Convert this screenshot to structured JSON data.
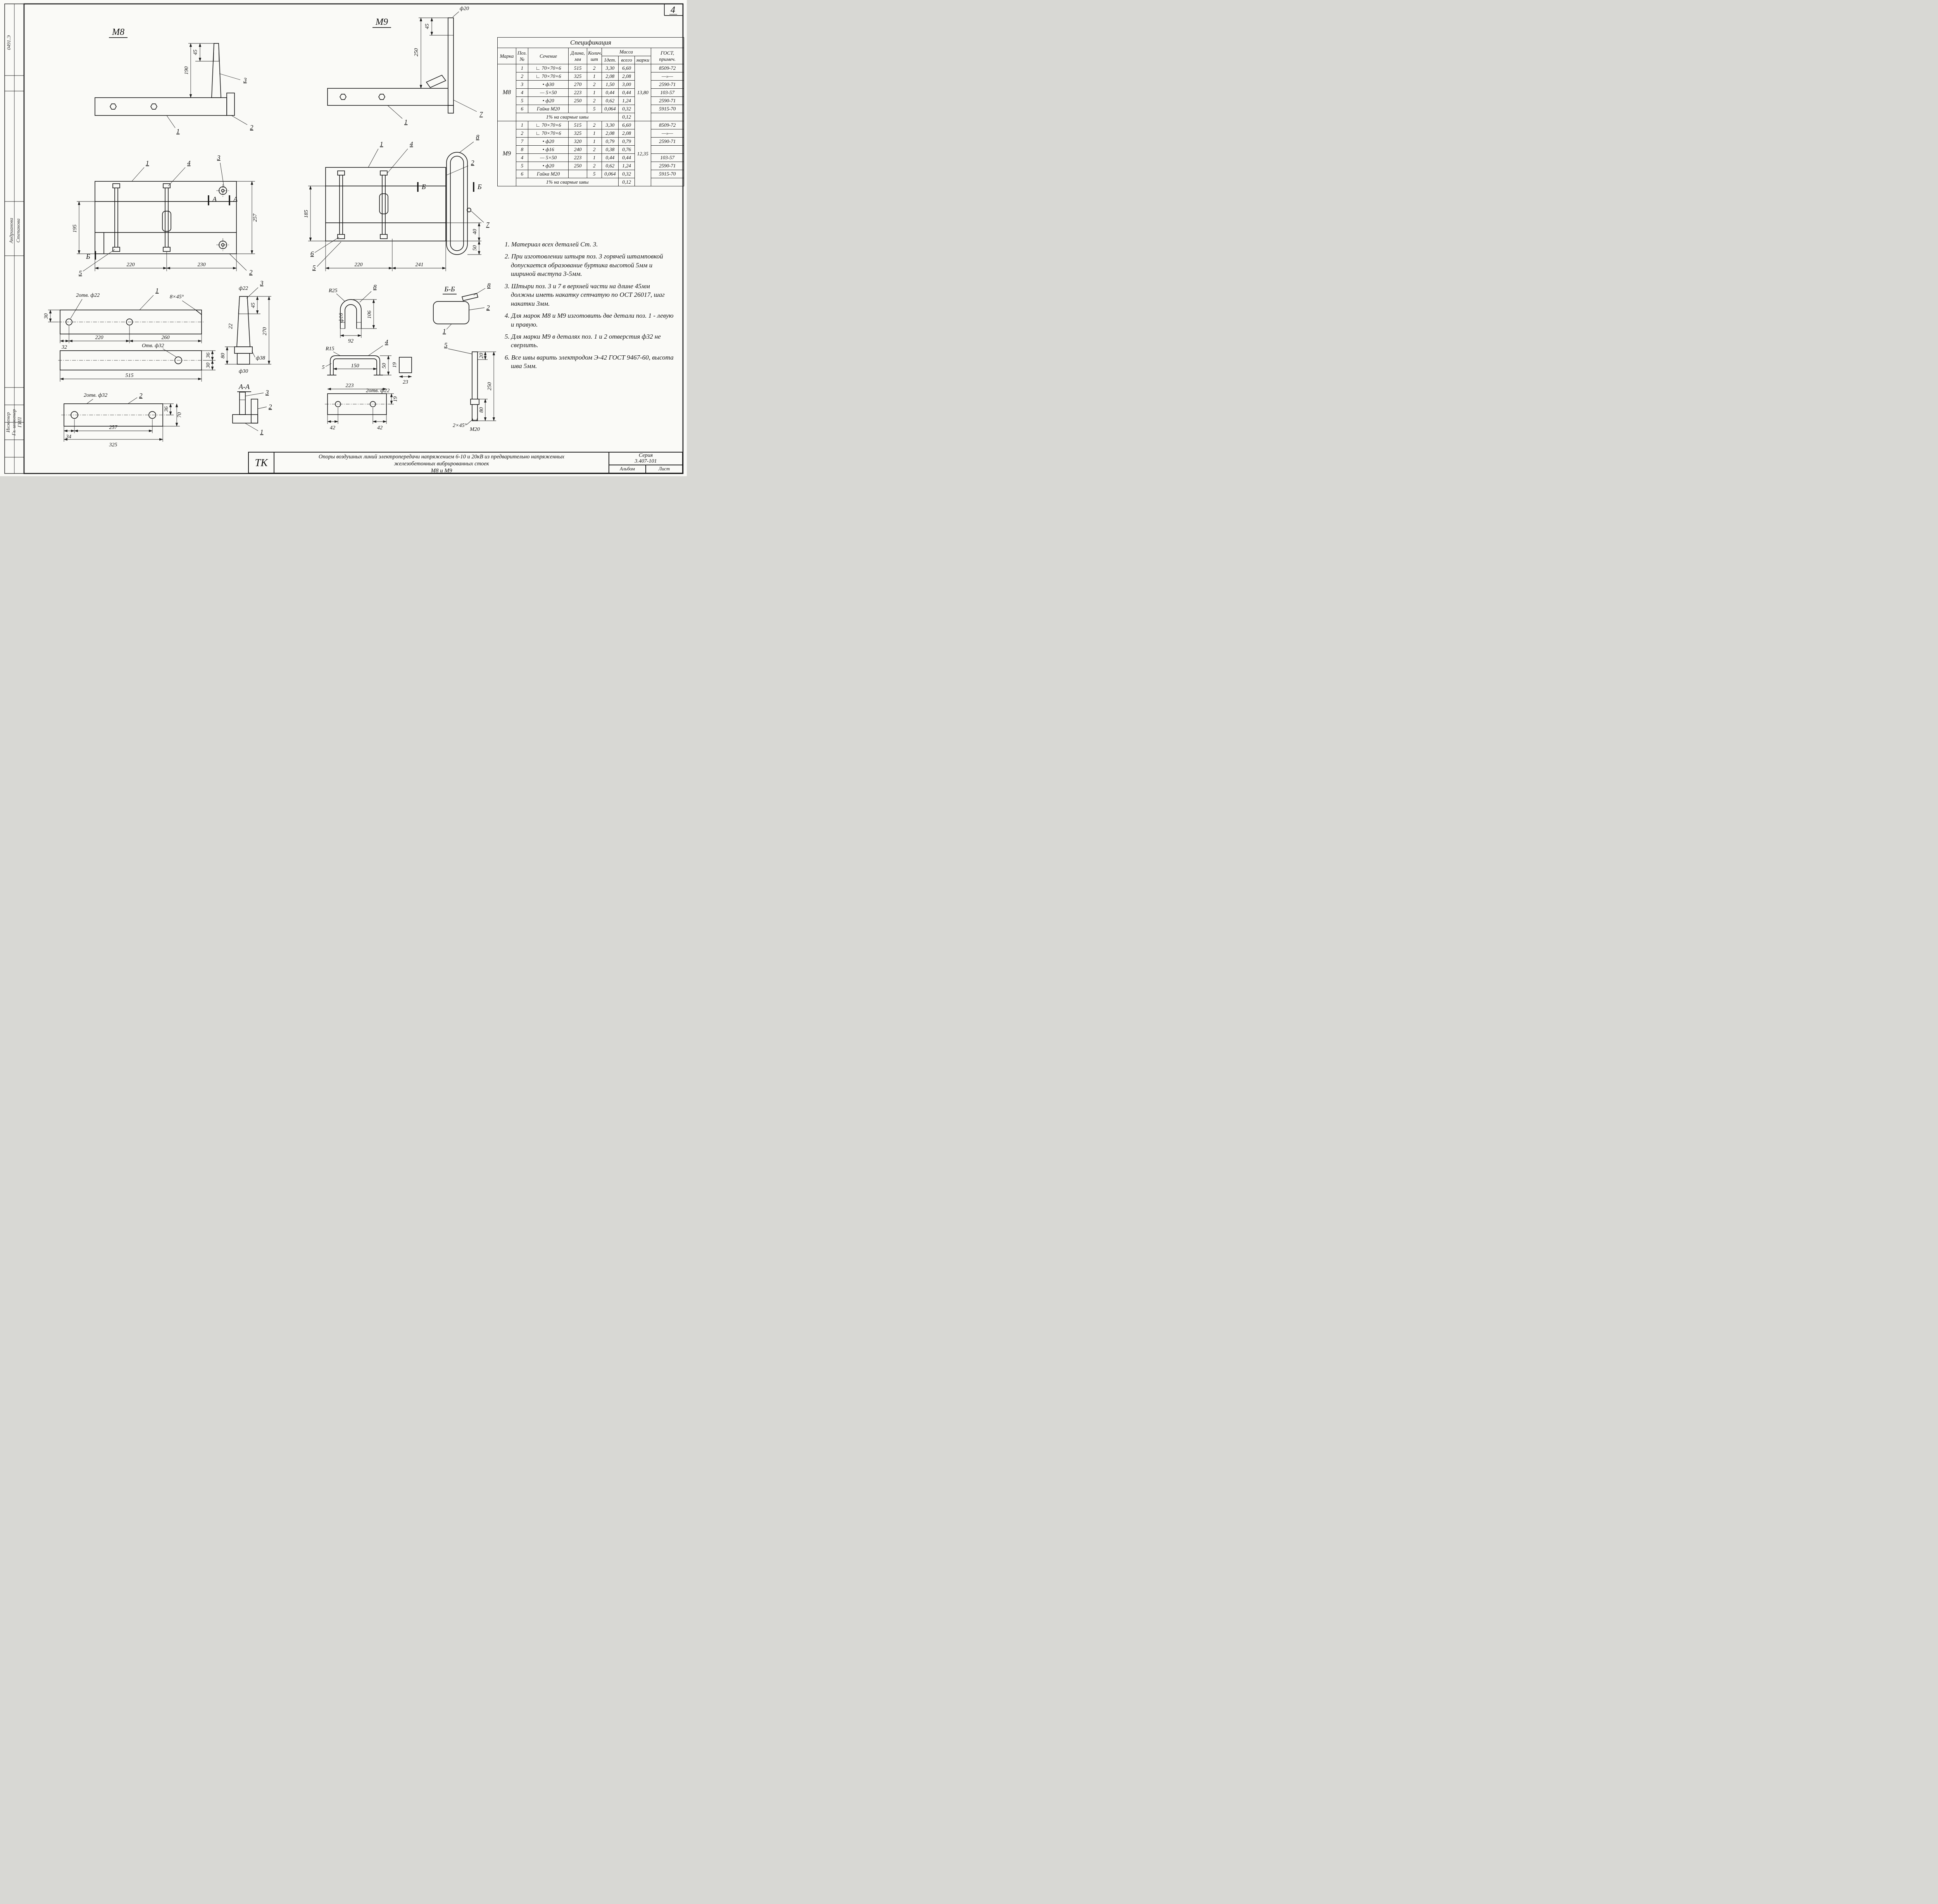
{
  "page": {
    "number": "4"
  },
  "left_margin": {
    "code": "0491.Э",
    "name1": "Андрианова",
    "name2": "Степанова",
    "b1": "Инженер",
    "b2": "Гл. инженер",
    "b3": "ГИП"
  },
  "drawing": {
    "m8_front": {
      "title": "М8",
      "d45": "45",
      "d190": "190",
      "p1": "1",
      "p2": "2",
      "p3": "3"
    },
    "m9_front": {
      "title": "М9",
      "dia": "ф20",
      "d45": "45",
      "d250": "250",
      "p1": "1",
      "p7": "7"
    },
    "m8_plan": {
      "d195": "195",
      "d257": "257",
      "d220": "220",
      "d230": "230",
      "sA": "А",
      "sB": "Б",
      "p1": "1",
      "p2": "2",
      "p3": "3",
      "p4": "4",
      "p5": "5"
    },
    "m9_plan": {
      "d185": "185",
      "d220": "220",
      "d241": "241",
      "d40": "40",
      "d50": "50",
      "sB": "Б",
      "p1": "1",
      "p2": "2",
      "p4": "4",
      "p5": "5",
      "p6": "6",
      "p7": "7",
      "p8": "8"
    },
    "angle1": {
      "holes": "2отв. ф22",
      "chamfer": "8×45°",
      "d30": "30",
      "d32": "32",
      "d220": "220",
      "d260": "260",
      "hole32": "Отв. ф32",
      "d36": "36",
      "d30b": "30",
      "d515": "515",
      "p1": "1"
    },
    "pin3": {
      "dia22": "ф22",
      "d45": "45",
      "d270": "270",
      "d22": "22",
      "d80": "80",
      "dia38": "ф38",
      "dia30": "ф30",
      "p3": "3"
    },
    "secAA": {
      "title": "А-А",
      "p1": "1",
      "p2": "2",
      "p3": "3"
    },
    "plate2": {
      "holes": "2отв. ф32",
      "p2": "2",
      "d34": "34",
      "d257": "257",
      "d325": "325",
      "d36": "36",
      "d70": "70"
    },
    "ubolt8": {
      "r": "R25",
      "p8": "8",
      "d106": "106",
      "dia16": "ф16",
      "d92": "92"
    },
    "secBB": {
      "title": "Б-Б",
      "p8": "8",
      "p2": "2",
      "p1": "1"
    },
    "strap4": {
      "r": "R15",
      "p4": "4",
      "d150": "150",
      "d5": "5",
      "d50": "50",
      "d19": "19",
      "d23": "23",
      "d223": "223",
      "holes": "2отв. ф22",
      "d42a": "42",
      "d42b": "42",
      "d19b": "19"
    },
    "pin5": {
      "p5": "5",
      "d20": "20",
      "d250": "250",
      "d80": "80",
      "chamfer": "2×45°",
      "thread": "М20"
    }
  },
  "spec": {
    "title": "Спецификация",
    "headers": {
      "marka": "Марка",
      "pos": "Поз. №",
      "section": "Сечение",
      "length": "Длина, мм",
      "qty": "Колич. шт",
      "mass": "Масса",
      "mass_1": "1дет.",
      "mass_total": "всего",
      "mass_mark": "марки",
      "gost": "ГОСТ, примеч."
    },
    "groups": [
      {
        "mark": "М8",
        "mark_mass": "13,80",
        "rows": [
          {
            "pos": "1",
            "sec": "∟ 70×70×6",
            "len": "515",
            "qty": "2",
            "m1": "3,30",
            "mt": "6,60",
            "gost": "8509-72"
          },
          {
            "pos": "2",
            "sec": "∟ 70×70×6",
            "len": "325",
            "qty": "1",
            "m1": "2,08",
            "mt": "2,08",
            "gost": "—»—"
          },
          {
            "pos": "3",
            "sec": "• ф30",
            "len": "270",
            "qty": "2",
            "m1": "1,50",
            "mt": "3,00",
            "gost": "2590-71"
          },
          {
            "pos": "4",
            "sec": "— 5×50",
            "len": "223",
            "qty": "1",
            "m1": "0,44",
            "mt": "0,44",
            "gost": "103-57"
          },
          {
            "pos": "5",
            "sec": "• ф20",
            "len": "250",
            "qty": "2",
            "m1": "0,62",
            "mt": "1,24",
            "gost": "2590-71"
          },
          {
            "pos": "6",
            "sec": "Гайка М20",
            "len": "",
            "qty": "5",
            "m1": "0,064",
            "mt": "0,32",
            "gost": "5915-70"
          }
        ],
        "weld_label": "1% на сварные швы",
        "weld_mass": "0,12"
      },
      {
        "mark": "М9",
        "mark_mass": "12,35",
        "rows": [
          {
            "pos": "1",
            "sec": "∟ 70×70×6",
            "len": "515",
            "qty": "2",
            "m1": "3,30",
            "mt": "6,60",
            "gost": "8509-72"
          },
          {
            "pos": "2",
            "sec": "∟ 70×70×6",
            "len": "325",
            "qty": "1",
            "m1": "2,08",
            "mt": "2,08",
            "gost": "—»—"
          },
          {
            "pos": "7",
            "sec": "• ф20",
            "len": "320",
            "qty": "1",
            "m1": "0,79",
            "mt": "0,79",
            "gost": "2590-71"
          },
          {
            "pos": "8",
            "sec": "• ф16",
            "len": "240",
            "qty": "2",
            "m1": "0,38",
            "mt": "0,76",
            "gost": ""
          },
          {
            "pos": "4",
            "sec": "— 5×50",
            "len": "223",
            "qty": "1",
            "m1": "0,44",
            "mt": "0,44",
            "gost": "103-57"
          },
          {
            "pos": "5",
            "sec": "• ф20",
            "len": "250",
            "qty": "2",
            "m1": "0,62",
            "mt": "1,24",
            "gost": "2590-71"
          },
          {
            "pos": "6",
            "sec": "Гайка М20",
            "len": "",
            "qty": "5",
            "m1": "0,064",
            "mt": "0,32",
            "gost": "5915-70"
          }
        ],
        "weld_label": "1% на сварные швы",
        "weld_mass": "0,12"
      }
    ]
  },
  "notes": {
    "items": [
      "1. Материал всех деталей Ст. 3.",
      "2. При изготовлении штыря поз. 3 горячей штамповкой допускается образование буртика высотой 5мм и шириной выступа 3-5мм.",
      "3. Штыри поз. 3 и 7 в верхней части на длине 45мм должны иметь накатку сетчатую по ОСТ 26017, шаг накатки 3мм.",
      "4. Для марок М8 и М9 изготовить две детали поз. 1 - левую и правую.",
      "5. Для марки М9 в деталях поз. 1 и 2 отверстия ф32 не сверлить.",
      "6. Все швы варить электродом Э-42 ГОСТ 9467-60, высота шва 5мм."
    ]
  },
  "title_block": {
    "tk": "ТК",
    "line1": "Опоры воздушных линий электропередачи напряжением 6-10 и 20кВ из предварительно напряженных",
    "line2": "железобетонных вибрированных стоек",
    "line3": "М8 и М9",
    "series_label": "Серия",
    "series": "3.407-101",
    "album": "Альбом",
    "sheet": "Лист"
  }
}
